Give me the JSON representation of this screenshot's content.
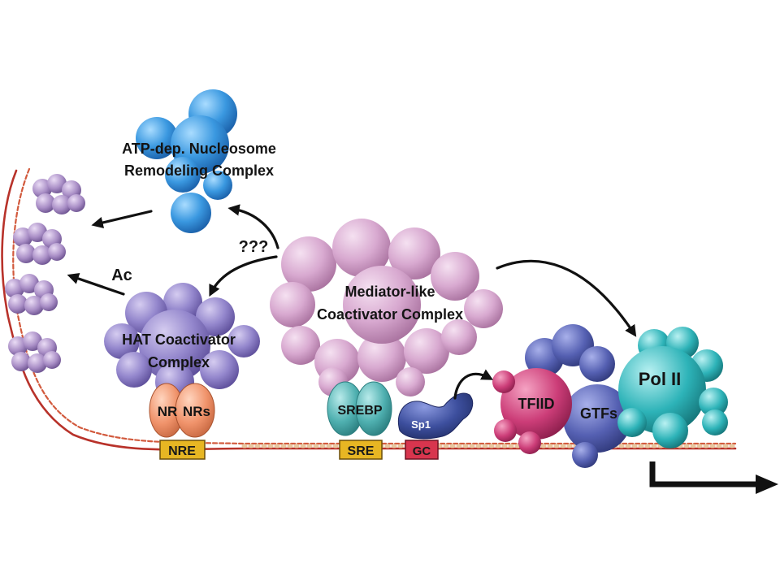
{
  "labels": {
    "atp_line1": "ATP-dep. Nucleosome",
    "atp_line2": "Remodeling Complex",
    "unknown": "???",
    "acetyl": "Ac",
    "hat_line1": "HAT Coactivator",
    "hat_line2": "Complex",
    "mediator_line1": "Mediator-like",
    "mediator_line2": "Coactivator Complex",
    "nr_left": "NR",
    "nr_right": "NRs",
    "srebp": "SREBP",
    "sp1": "Sp1",
    "tfiid": "TFIID",
    "gtfs": "GTFs",
    "pol2": "Pol II"
  },
  "elements": {
    "nre": "NRE",
    "sre": "SRE",
    "gc": "GC"
  },
  "colors": {
    "dna": "#c0392b",
    "remodeling": "#2f8fd8",
    "hat": "#8d7fc4",
    "mediator": "#d6a8cf",
    "nuclear_receptor": "#ef9b73",
    "srebp": "#4fb0b0",
    "sp1": "#3d4f9e",
    "tfiid": "#cc3d78",
    "gtfs": "#5560b2",
    "pol2": "#2db3b8",
    "response_element": "#e7b623",
    "gc_box": "#d8354e",
    "nucleosome": "#a98ec6"
  }
}
